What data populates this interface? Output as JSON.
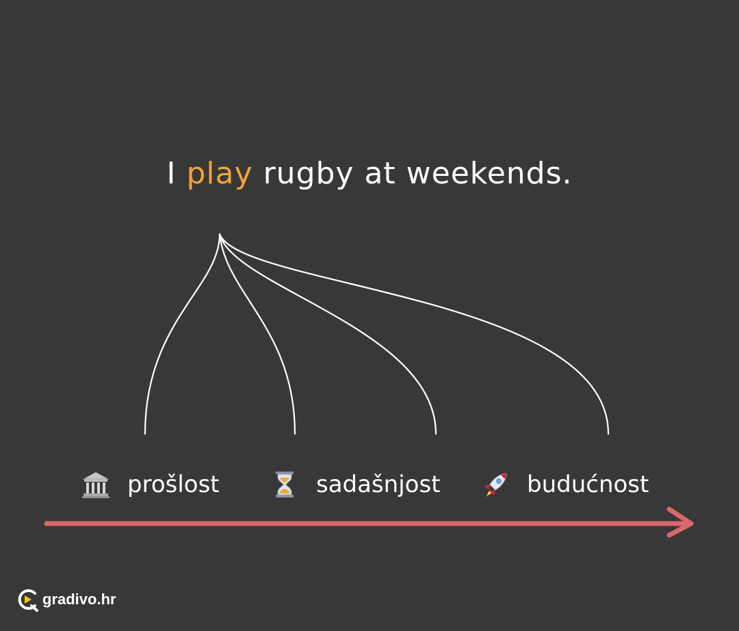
{
  "sentence": {
    "before": "I ",
    "verb": "play",
    "after": " rugby at weekends."
  },
  "timeline": {
    "past": {
      "label": "prošlost",
      "icon": "classical-building-icon"
    },
    "present": {
      "label": "sadašnjost",
      "icon": "hourglass-icon"
    },
    "future": {
      "label": "budućnost",
      "icon": "rocket-icon"
    }
  },
  "colors": {
    "background": "#383838",
    "text": "#ffffff",
    "verb_highlight": "#f3a43c",
    "arrow": "#d9686a",
    "lines": "#ffffff",
    "logo_accent": "#f5c518"
  },
  "brand": {
    "name": "gradivo.hr"
  }
}
